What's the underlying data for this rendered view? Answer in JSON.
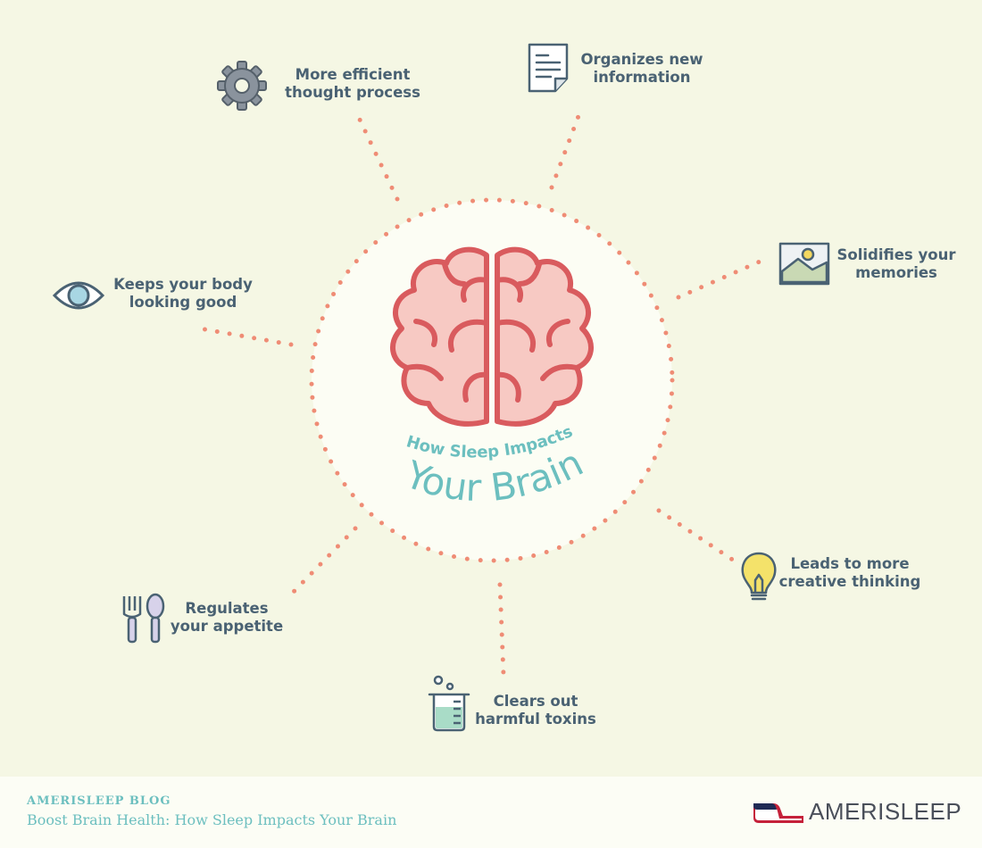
{
  "title": {
    "line1": "How Sleep Impacts",
    "line2": "Your Brain"
  },
  "benefits": [
    {
      "line1": "More efficient",
      "line2": "thought process",
      "icon": "gear-icon"
    },
    {
      "line1": "Organizes new",
      "line2": "information",
      "icon": "document-icon"
    },
    {
      "line1": "Solidifies your",
      "line2": "memories",
      "icon": "picture-icon"
    },
    {
      "line1": "Keeps your body",
      "line2": "looking good",
      "icon": "eye-icon"
    },
    {
      "line1": "Leads to more",
      "line2": "creative thinking",
      "icon": "lightbulb-icon"
    },
    {
      "line1": "Regulates",
      "line2": "your appetite",
      "icon": "fork-spoon-icon"
    },
    {
      "line1": "Clears out",
      "line2": "harmful toxins",
      "icon": "beaker-icon"
    }
  ],
  "footer": {
    "blog_name": "AMERISLEEP BLOG",
    "post_title": "Boost Brain Health: How Sleep Impacts Your Brain",
    "brand": "AMERISLEEP"
  },
  "colors": {
    "background": "#f5f7e4",
    "dots": "#ef8c75",
    "brain_fill": "#f7c9c3",
    "brain_stroke": "#d95b5e",
    "title": "#6cbfbf",
    "label": "#4a6273"
  }
}
